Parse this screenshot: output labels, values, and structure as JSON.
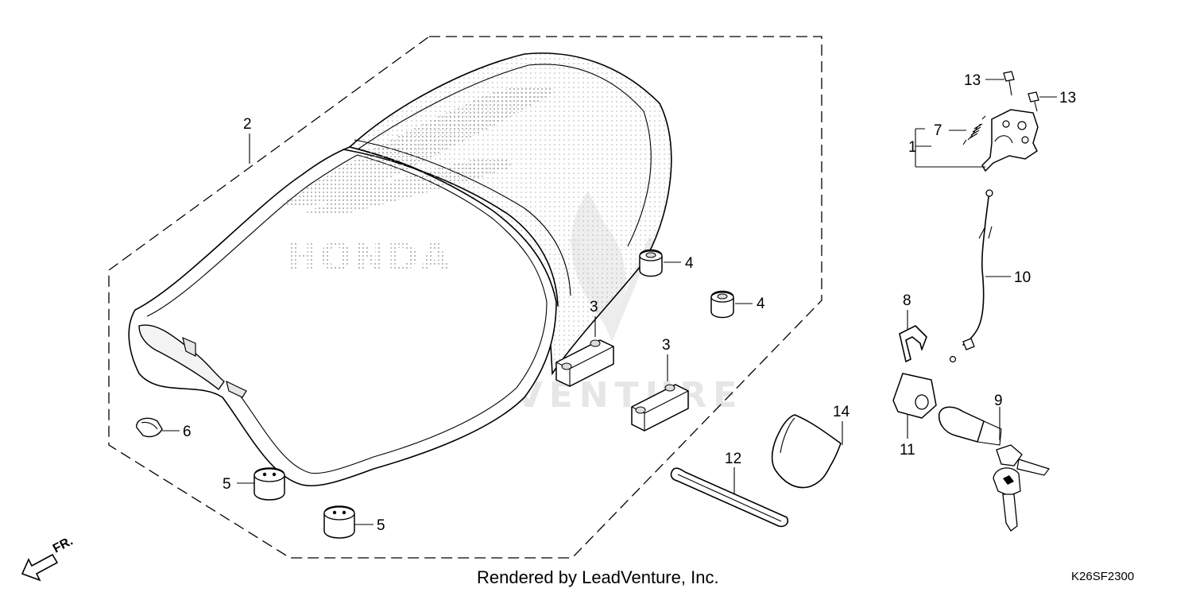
{
  "diagram": {
    "watermark": "LEADVENTURE",
    "seat_logo": "HONDA",
    "direction_label": "FR.",
    "credit": "Rendered by LeadVenture, Inc.",
    "diagram_code": "K26SF2300",
    "callouts": {
      "c1": "1",
      "c2": "2",
      "c3a": "3",
      "c3b": "3",
      "c4a": "4",
      "c4b": "4",
      "c5a": "5",
      "c5b": "5",
      "c6": "6",
      "c7": "7",
      "c8": "8",
      "c9": "9",
      "c10": "10",
      "c11": "11",
      "c12": "12",
      "c13a": "13",
      "c13b": "13",
      "c14": "14"
    }
  }
}
